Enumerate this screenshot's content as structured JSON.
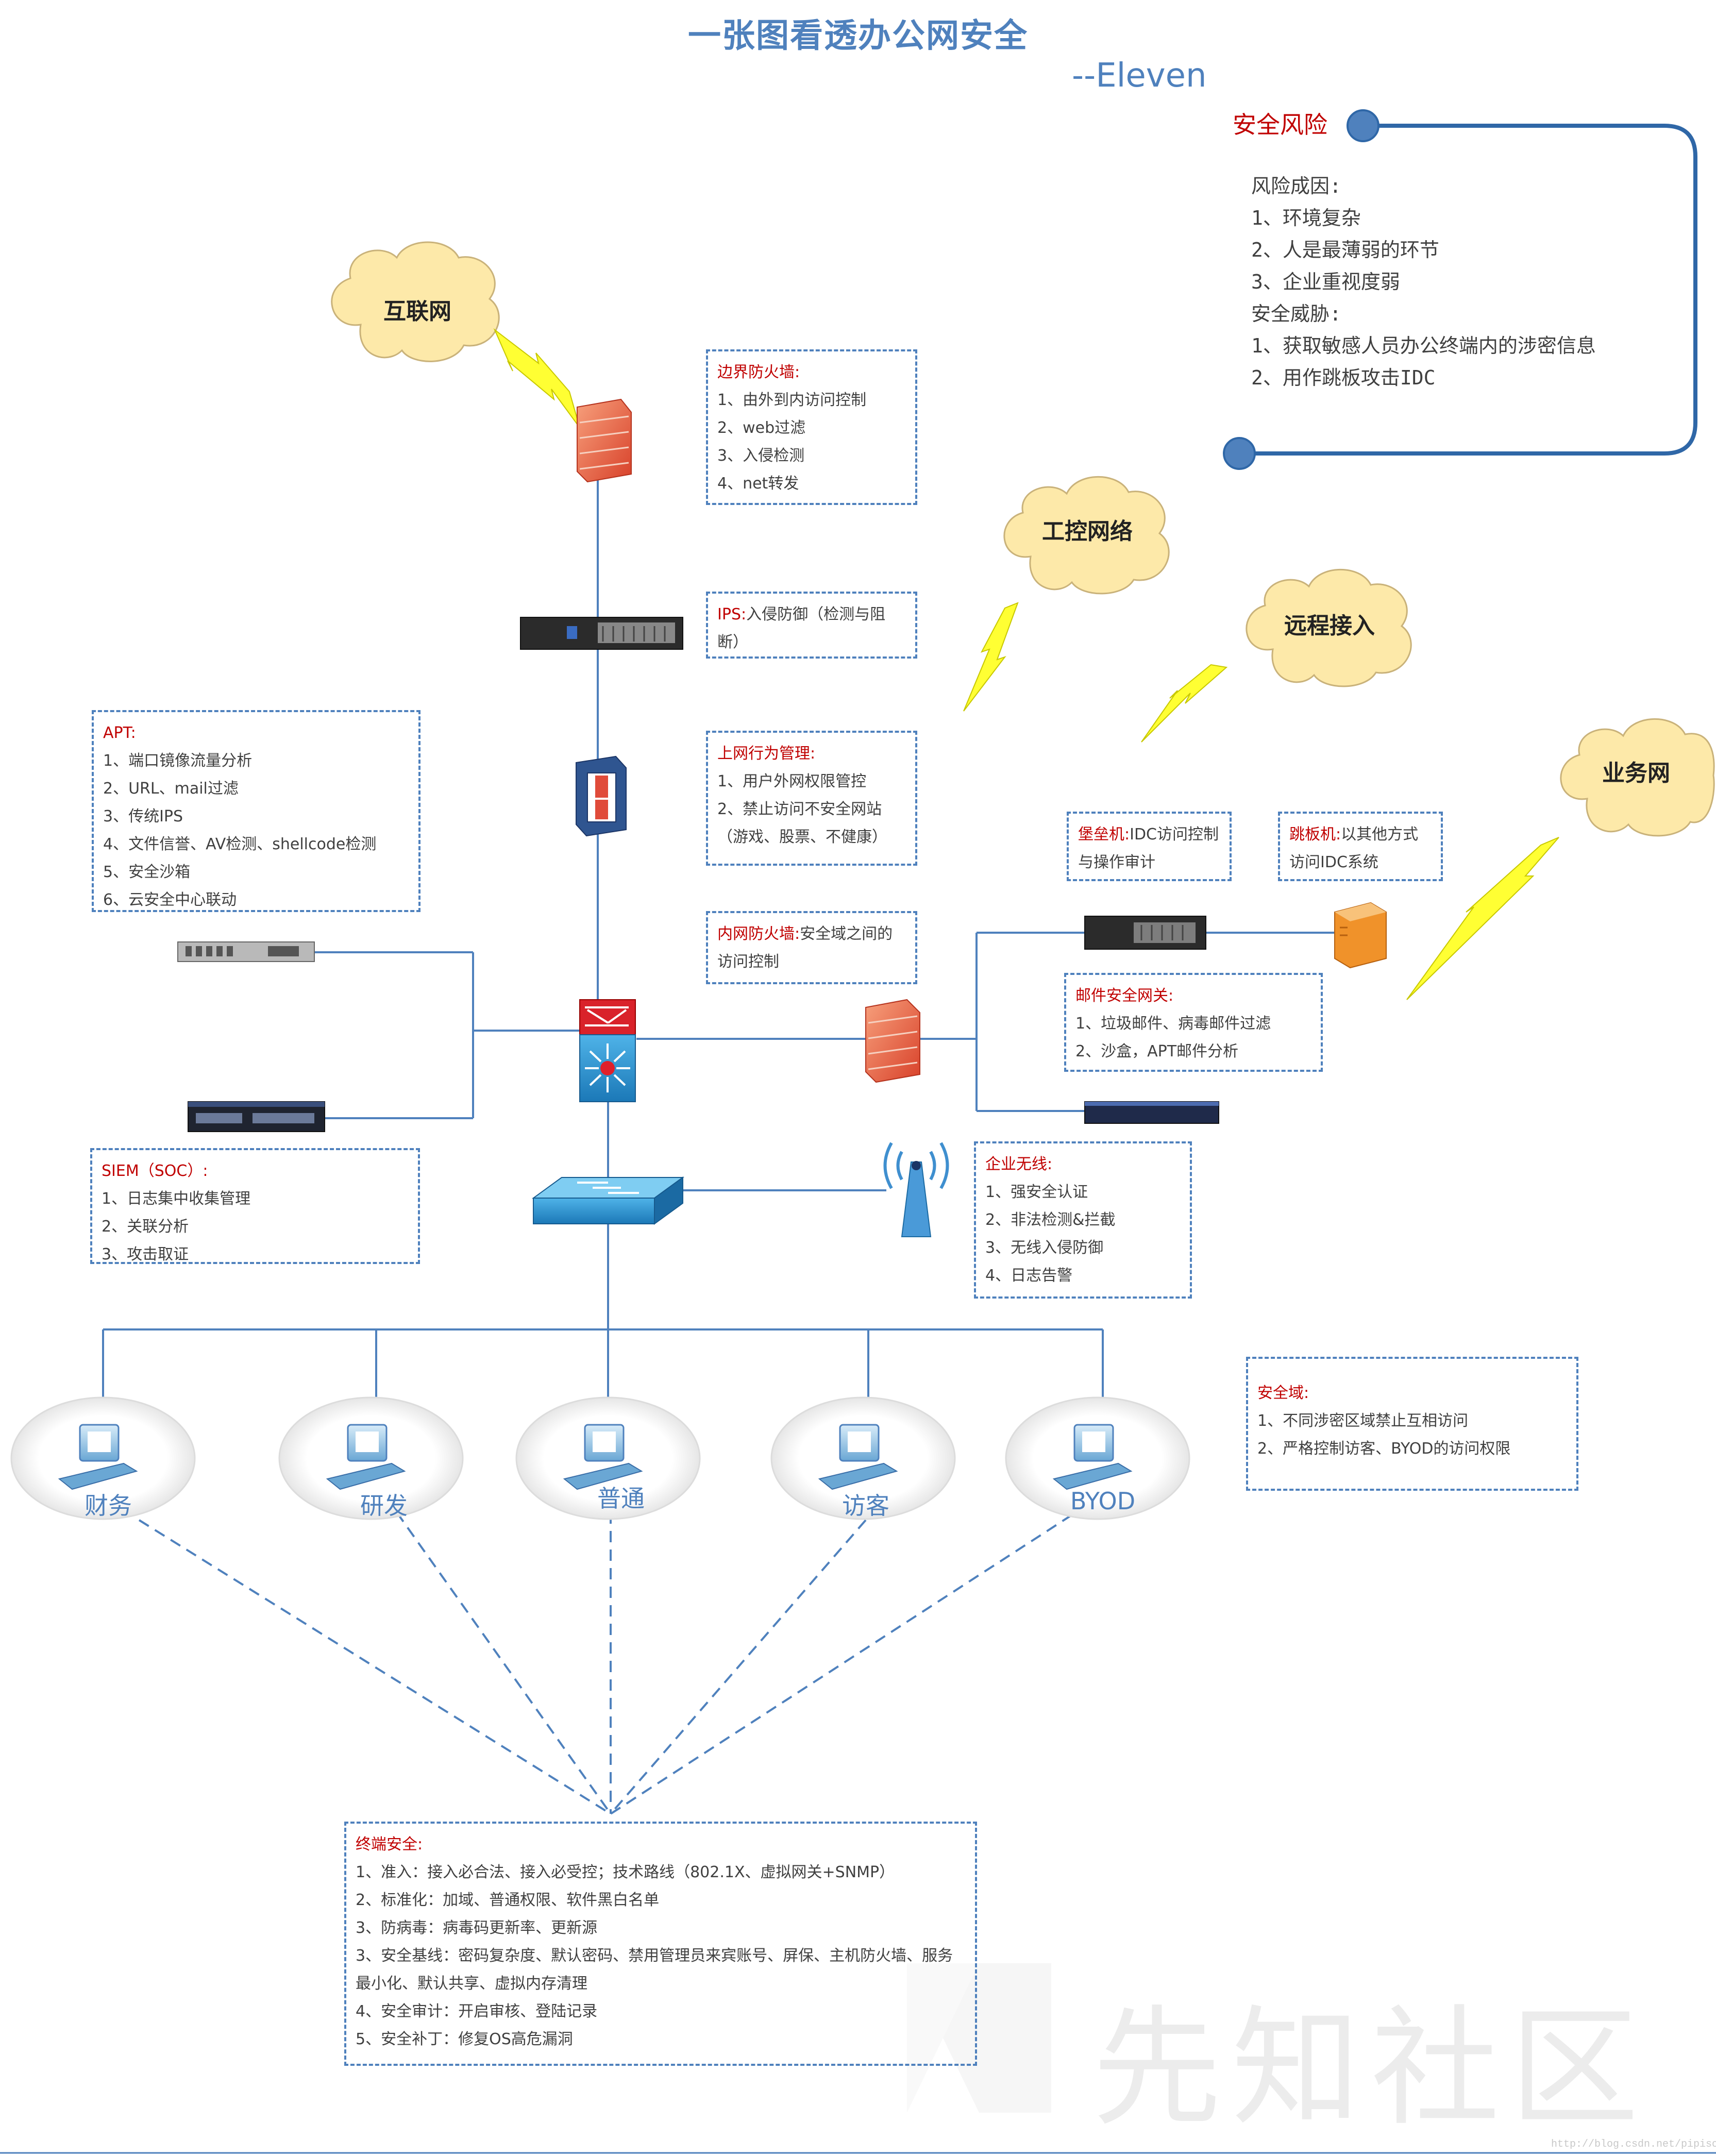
{
  "title": "一张图看透办公网安全",
  "author": "--Eleven",
  "risk": {
    "title": "安全风险",
    "lines": [
      "风险成因:",
      "1、环境复杂",
      "2、人是最薄弱的环节",
      "3、企业重视度弱",
      "安全威胁:",
      "1、获取敏感人员办公终端内的涉密信息",
      "2、用作跳板攻击IDC"
    ]
  },
  "clouds": {
    "internet": "互联网",
    "ics": "工控网络",
    "remote": "远程接入",
    "business": "业务网"
  },
  "boxes": {
    "border_fw": {
      "title": "边界防火墙:",
      "lines": [
        "1、由外到内访问控制",
        "2、web过滤",
        "3、入侵检测",
        "4、net转发"
      ]
    },
    "ips": {
      "title": "IPS:",
      "text": "入侵防御（检测与阻断）"
    },
    "behavior": {
      "title": "上网行为管理:",
      "lines": [
        "1、用户外网权限管控",
        "2、禁止访问不安全网站（游戏、股票、不健康）"
      ]
    },
    "inner_fw": {
      "title": "内网防火墙:",
      "text": "安全域之间的访问控制"
    },
    "apt": {
      "title": "APT:",
      "lines": [
        "1、端口镜像流量分析",
        "2、URL、mail过滤",
        "3、传统IPS",
        "4、文件信誉、AV检测、shellcode检测",
        "5、安全沙箱",
        "6、云安全中心联动"
      ]
    },
    "siem": {
      "title": "SIEM（SOC）:",
      "lines": [
        "1、日志集中收集管理",
        "2、关联分析",
        "3、攻击取证"
      ]
    },
    "bastion": {
      "title": "堡垒机:",
      "text": "IDC访问控制与操作审计"
    },
    "jump": {
      "title": "跳板机:",
      "text": "以其他方式访问IDC系统"
    },
    "mail": {
      "title": "邮件安全网关:",
      "lines": [
        "1、垃圾邮件、病毒邮件过滤",
        "2、沙盒，APT邮件分析"
      ]
    },
    "wireless": {
      "title": "企业无线:",
      "lines": [
        "1、强安全认证",
        "2、非法检测&拦截",
        "3、无线入侵防御",
        "4、日志告警"
      ]
    },
    "domain": {
      "title": "安全域:",
      "lines": [
        "1、不同涉密区域禁止互相访问",
        "2、严格控制访客、BYOD的访问权限"
      ]
    },
    "endpoint": {
      "title": "终端安全:",
      "lines": [
        "1、准入：接入必合法、接入必受控；技术路线（802.1X、虚拟网关+SNMP）",
        "2、标准化：加域、普通权限、软件黑白名单",
        "3、防病毒：病毒码更新率、更新源",
        "3、安全基线：密码复杂度、默认密码、禁用管理员来宾账号、屏保、主机防火墙、服务最小化、默认共享、虚拟内存清理",
        "4、安全审计：开启审核、登陆记录",
        "5、安全补丁：修复OS高危漏洞"
      ]
    }
  },
  "terminals": [
    "财务",
    "研发",
    "普通",
    "访客",
    "BYOD"
  ],
  "watermark": "先知社区",
  "url_mark": "http://blog.csdn.net/pipisorry",
  "colors": {
    "accent": "#4f81bd",
    "heading": "#c00000",
    "lightning": "#ffff00",
    "cloud": "#fde9a9",
    "firewall": "#e2553a"
  }
}
